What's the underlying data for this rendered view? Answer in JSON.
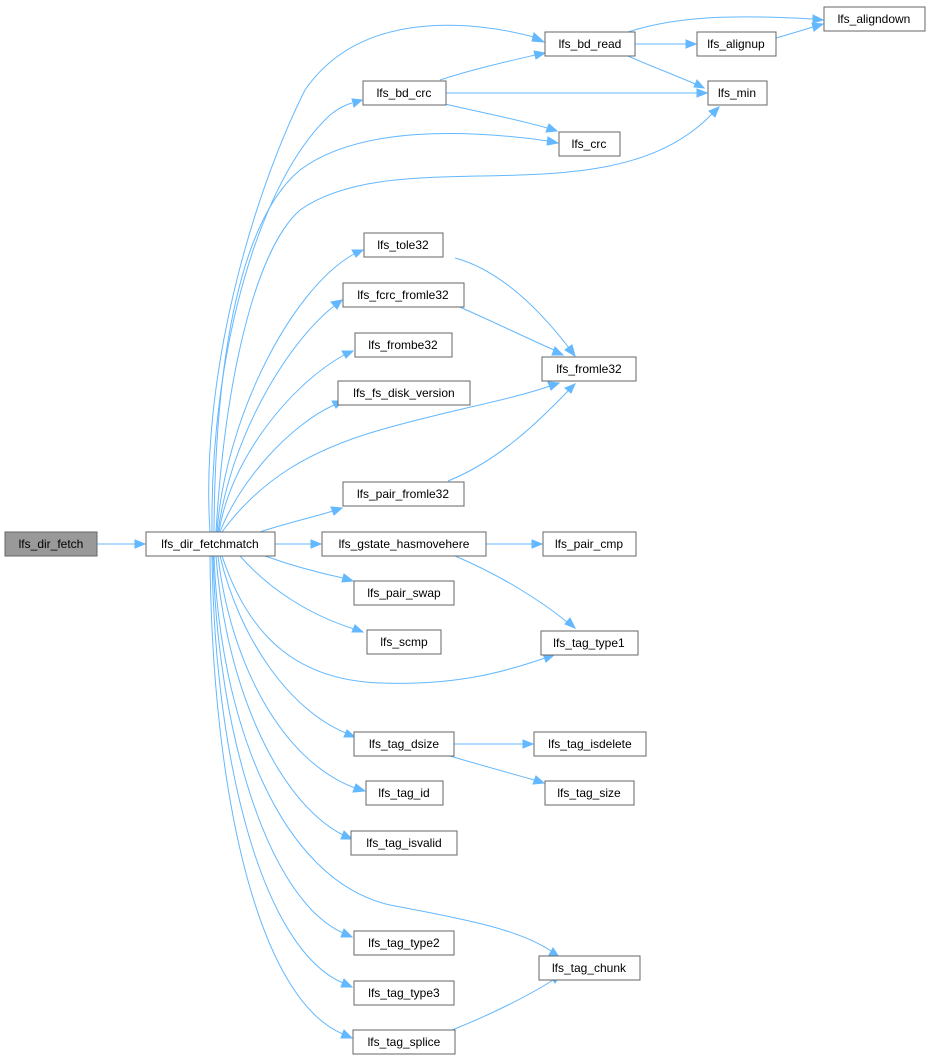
{
  "graph": {
    "colors": {
      "edge": "#63b8ff",
      "node_border": "#666666",
      "root_fill": "#999999",
      "node_fill": "#ffffff"
    },
    "nodes": {
      "lfs_dir_fetch": "lfs_dir_fetch",
      "lfs_dir_fetchmatch": "lfs_dir_fetchmatch",
      "lfs_bd_read": "lfs_bd_read",
      "lfs_aligndown": "lfs_aligndown",
      "lfs_alignup": "lfs_alignup",
      "lfs_bd_crc": "lfs_bd_crc",
      "lfs_min": "lfs_min",
      "lfs_crc": "lfs_crc",
      "lfs_tole32": "lfs_tole32",
      "lfs_fcrc_fromle32": "lfs_fcrc_fromle32",
      "lfs_frombe32": "lfs_frombe32",
      "lfs_fromle32": "lfs_fromle32",
      "lfs_fs_disk_version": "lfs_fs_disk_version",
      "lfs_pair_fromle32": "lfs_pair_fromle32",
      "lfs_gstate_hasmovehere": "lfs_gstate_hasmovehere",
      "lfs_pair_cmp": "lfs_pair_cmp",
      "lfs_pair_swap": "lfs_pair_swap",
      "lfs_scmp": "lfs_scmp",
      "lfs_tag_type1": "lfs_tag_type1",
      "lfs_tag_dsize": "lfs_tag_dsize",
      "lfs_tag_isdelete": "lfs_tag_isdelete",
      "lfs_tag_id": "lfs_tag_id",
      "lfs_tag_size": "lfs_tag_size",
      "lfs_tag_isvalid": "lfs_tag_isvalid",
      "lfs_tag_type2": "lfs_tag_type2",
      "lfs_tag_chunk": "lfs_tag_chunk",
      "lfs_tag_type3": "lfs_tag_type3",
      "lfs_tag_splice": "lfs_tag_splice"
    },
    "root": "lfs_dir_fetch",
    "edges": [
      [
        "lfs_dir_fetch",
        "lfs_dir_fetchmatch"
      ],
      [
        "lfs_dir_fetchmatch",
        "lfs_bd_read"
      ],
      [
        "lfs_dir_fetchmatch",
        "lfs_bd_crc"
      ],
      [
        "lfs_dir_fetchmatch",
        "lfs_crc"
      ],
      [
        "lfs_dir_fetchmatch",
        "lfs_min"
      ],
      [
        "lfs_dir_fetchmatch",
        "lfs_tole32"
      ],
      [
        "lfs_dir_fetchmatch",
        "lfs_fcrc_fromle32"
      ],
      [
        "lfs_dir_fetchmatch",
        "lfs_frombe32"
      ],
      [
        "lfs_dir_fetchmatch",
        "lfs_fs_disk_version"
      ],
      [
        "lfs_dir_fetchmatch",
        "lfs_fromle32"
      ],
      [
        "lfs_dir_fetchmatch",
        "lfs_pair_fromle32"
      ],
      [
        "lfs_dir_fetchmatch",
        "lfs_gstate_hasmovehere"
      ],
      [
        "lfs_dir_fetchmatch",
        "lfs_pair_swap"
      ],
      [
        "lfs_dir_fetchmatch",
        "lfs_scmp"
      ],
      [
        "lfs_dir_fetchmatch",
        "lfs_tag_type1"
      ],
      [
        "lfs_dir_fetchmatch",
        "lfs_tag_dsize"
      ],
      [
        "lfs_dir_fetchmatch",
        "lfs_tag_id"
      ],
      [
        "lfs_dir_fetchmatch",
        "lfs_tag_isvalid"
      ],
      [
        "lfs_dir_fetchmatch",
        "lfs_tag_chunk"
      ],
      [
        "lfs_dir_fetchmatch",
        "lfs_tag_type2"
      ],
      [
        "lfs_dir_fetchmatch",
        "lfs_tag_type3"
      ],
      [
        "lfs_dir_fetchmatch",
        "lfs_tag_splice"
      ],
      [
        "lfs_bd_read",
        "lfs_aligndown"
      ],
      [
        "lfs_bd_read",
        "lfs_alignup"
      ],
      [
        "lfs_bd_read",
        "lfs_min"
      ],
      [
        "lfs_alignup",
        "lfs_aligndown"
      ],
      [
        "lfs_bd_crc",
        "lfs_bd_read"
      ],
      [
        "lfs_bd_crc",
        "lfs_crc"
      ],
      [
        "lfs_bd_crc",
        "lfs_min"
      ],
      [
        "lfs_tole32",
        "lfs_fromle32"
      ],
      [
        "lfs_fcrc_fromle32",
        "lfs_fromle32"
      ],
      [
        "lfs_pair_fromle32",
        "lfs_fromle32"
      ],
      [
        "lfs_gstate_hasmovehere",
        "lfs_pair_cmp"
      ],
      [
        "lfs_gstate_hasmovehere",
        "lfs_tag_type1"
      ],
      [
        "lfs_tag_dsize",
        "lfs_tag_isdelete"
      ],
      [
        "lfs_tag_dsize",
        "lfs_tag_size"
      ],
      [
        "lfs_tag_splice",
        "lfs_tag_chunk"
      ]
    ]
  }
}
